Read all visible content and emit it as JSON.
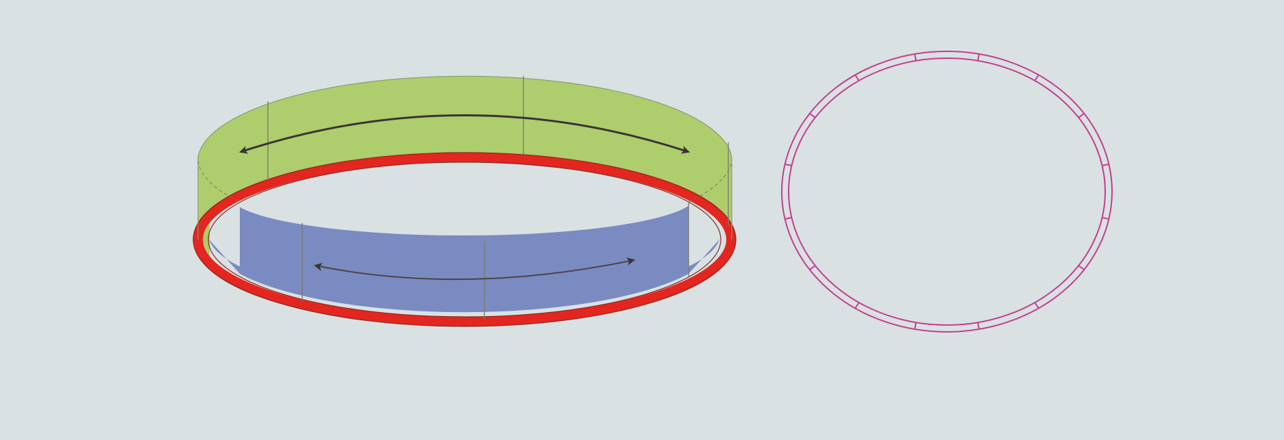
{
  "diagram": {
    "colors": {
      "background": "#d9e1e3",
      "outer_surface": "#aecd6c",
      "inner_surface": "#7a8bc1",
      "rim": "#e3261f",
      "ring_outline": "#c43d8c",
      "arrow": "#3a3335",
      "seam_line": "#7c7c74"
    },
    "parts": [
      "outer-surface",
      "inner-surface",
      "rim-edge",
      "circulation-arrows",
      "segmented-ring"
    ],
    "segmented_ring": {
      "segment_count": 16
    }
  }
}
